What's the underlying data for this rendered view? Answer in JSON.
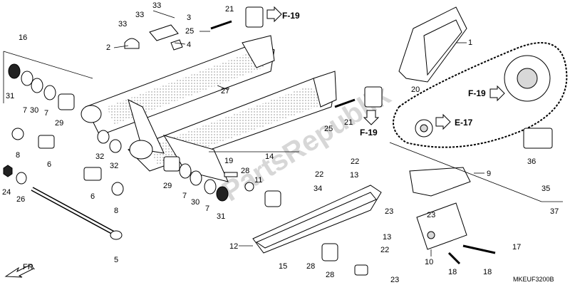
{
  "diagram": {
    "code": "MKEUF3200B",
    "watermark": "PartsRepublik",
    "front_indicator": "FR.",
    "references": [
      {
        "id": "ref-f19-top",
        "label": "F-19"
      },
      {
        "id": "ref-f19-mid",
        "label": "F-19"
      },
      {
        "id": "ref-f19-right",
        "label": "F-19"
      },
      {
        "id": "ref-e17",
        "label": "E-17"
      }
    ],
    "callouts": [
      {
        "id": "c1",
        "label": "1"
      },
      {
        "id": "c2",
        "label": "2"
      },
      {
        "id": "c3",
        "label": "3"
      },
      {
        "id": "c4",
        "label": "4"
      },
      {
        "id": "c5",
        "label": "5"
      },
      {
        "id": "c6a",
        "label": "6"
      },
      {
        "id": "c6b",
        "label": "6"
      },
      {
        "id": "c7a",
        "label": "7"
      },
      {
        "id": "c7b",
        "label": "7"
      },
      {
        "id": "c7c",
        "label": "7"
      },
      {
        "id": "c7d",
        "label": "7"
      },
      {
        "id": "c8a",
        "label": "8"
      },
      {
        "id": "c8b",
        "label": "8"
      },
      {
        "id": "c9",
        "label": "9"
      },
      {
        "id": "c10",
        "label": "10"
      },
      {
        "id": "c11",
        "label": "11"
      },
      {
        "id": "c12",
        "label": "12"
      },
      {
        "id": "c13a",
        "label": "13"
      },
      {
        "id": "c13b",
        "label": "13"
      },
      {
        "id": "c14",
        "label": "14"
      },
      {
        "id": "c15",
        "label": "15"
      },
      {
        "id": "c16",
        "label": "16"
      },
      {
        "id": "c17",
        "label": "17"
      },
      {
        "id": "c18a",
        "label": "18"
      },
      {
        "id": "c18b",
        "label": "18"
      },
      {
        "id": "c19",
        "label": "19"
      },
      {
        "id": "c20",
        "label": "20"
      },
      {
        "id": "c21a",
        "label": "21"
      },
      {
        "id": "c21b",
        "label": "21"
      },
      {
        "id": "c22a",
        "label": "22"
      },
      {
        "id": "c22b",
        "label": "22"
      },
      {
        "id": "c22c",
        "label": "22"
      },
      {
        "id": "c23a",
        "label": "23"
      },
      {
        "id": "c23b",
        "label": "23"
      },
      {
        "id": "c23c",
        "label": "23"
      },
      {
        "id": "c24",
        "label": "24"
      },
      {
        "id": "c25a",
        "label": "25"
      },
      {
        "id": "c25b",
        "label": "25"
      },
      {
        "id": "c26",
        "label": "26"
      },
      {
        "id": "c27",
        "label": "27"
      },
      {
        "id": "c28a",
        "label": "28"
      },
      {
        "id": "c28b",
        "label": "28"
      },
      {
        "id": "c28c",
        "label": "28"
      },
      {
        "id": "c29a",
        "label": "29"
      },
      {
        "id": "c29b",
        "label": "29"
      },
      {
        "id": "c30a",
        "label": "30"
      },
      {
        "id": "c30b",
        "label": "30"
      },
      {
        "id": "c31a",
        "label": "31"
      },
      {
        "id": "c31b",
        "label": "31"
      },
      {
        "id": "c32a",
        "label": "32"
      },
      {
        "id": "c32b",
        "label": "32"
      },
      {
        "id": "c33a",
        "label": "33"
      },
      {
        "id": "c33b",
        "label": "33"
      },
      {
        "id": "c33c",
        "label": "33"
      },
      {
        "id": "c34",
        "label": "34"
      },
      {
        "id": "c35",
        "label": "35"
      },
      {
        "id": "c36",
        "label": "36"
      },
      {
        "id": "c37",
        "label": "37"
      }
    ]
  }
}
